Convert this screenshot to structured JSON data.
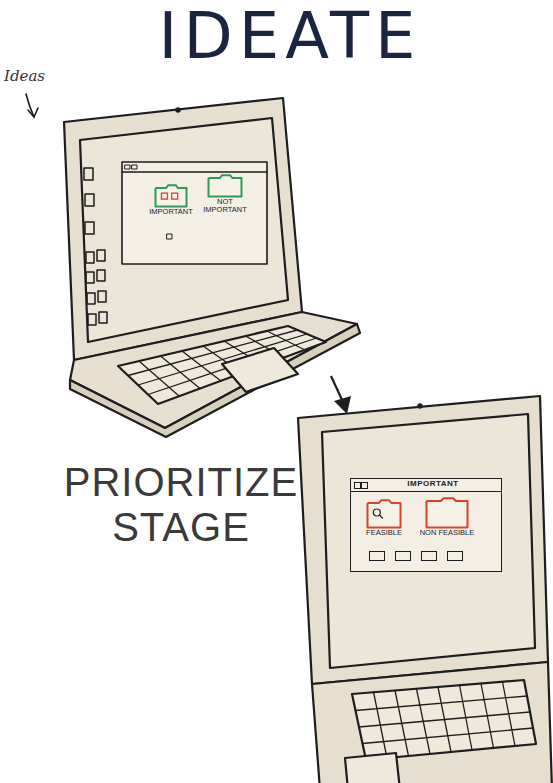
{
  "diagram": {
    "title": "IDEATE",
    "nodes": [
      {
        "text": [
          "IMPORTANT"
        ]
      },
      {
        "text": [
          "NOT IMPORTANT"
        ]
      },
      {
        "text": [
          "IMPORTANT"
        ]
      },
      {
        "text": [
          "FEASIBLE"
        ],
        "in": 2
      },
      {
        "text": [
          "NON FEASIBLE"
        ],
        "in": 2
      }
    ],
    "labels": [
      "Ideas",
      "PRIORITIZE STAGE"
    ]
  }
}
